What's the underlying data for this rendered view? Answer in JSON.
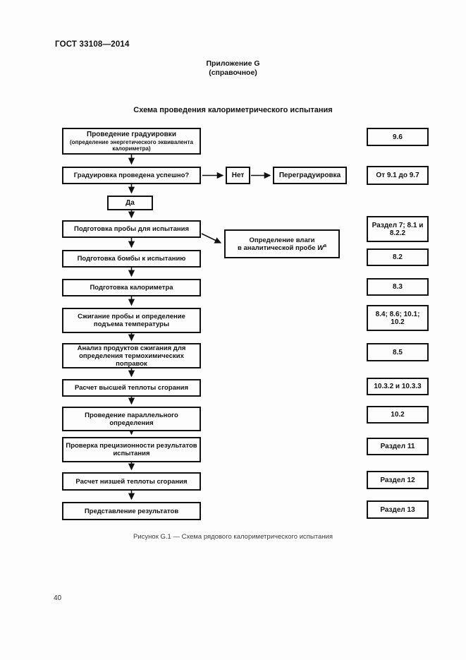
{
  "page": {
    "header": "ГОСТ 33108—2014",
    "appendix_line1": "Приложение G",
    "appendix_line2": "(справочное)",
    "title": "Схема проведения калориметрического испытания",
    "caption": "Рисунок G.1 — Схема рядового калориметрического испытания",
    "page_number": "40"
  },
  "flowchart": {
    "steps": [
      {
        "label": "Проведение градуировки",
        "sublabel": "(определение энергетического эквивалента калориметра)",
        "ref": "9.6"
      },
      {
        "label": "Градуировка проведена успешно?",
        "ref": "От 9.1 до 9.7"
      },
      {
        "label": "Подготовка пробы для испытания",
        "ref": "Раздел 7; 8.1 и 8.2.2"
      },
      {
        "label": "Подготовка бомбы к испытанию",
        "ref": "8.2"
      },
      {
        "label": "Подготовка калориметра",
        "ref": "8.3"
      },
      {
        "label": "Сжигание пробы и определение подъема температуры",
        "ref": "8.4; 8.6; 10.1; 10.2"
      },
      {
        "label": "Анализ продуктов сжигания для определения термохимических поправок",
        "ref": "8.5"
      },
      {
        "label": "Расчет высшей теплоты сгорания",
        "ref": "10.3.2 и 10.3.3"
      },
      {
        "label": "Проведение параллельного определения",
        "ref": "10.2"
      },
      {
        "label": "Проверка прецизионности результатов испытания",
        "ref": "Раздел 11"
      },
      {
        "label": "Расчет низшей теплоты сгорания",
        "ref": "Раздел 12"
      },
      {
        "label": "Представление результатов",
        "ref": "Раздел 13"
      }
    ],
    "decision": {
      "no_label": "Нет",
      "no_action": "Переградуировка",
      "yes_label": "Да"
    },
    "side_note": {
      "line1": "Определение влаги",
      "line2": "в аналитической пробе ",
      "symbol": "W",
      "sup": "a"
    }
  }
}
